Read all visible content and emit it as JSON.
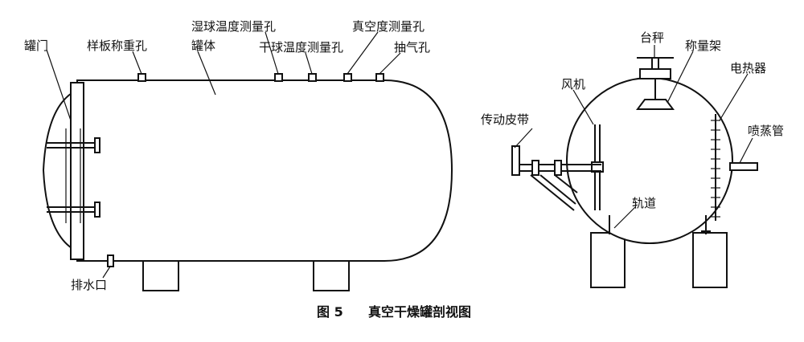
{
  "labels": {
    "tank_door": "罐门",
    "sample_weigh_hole": "样板称重孔",
    "wet_bulb_hole": "湿球温度测量孔",
    "tank_body": "罐体",
    "dry_bulb_hole": "干球温度测量孔",
    "vacuum_hole": "真空度测量孔",
    "exhaust_hole": "抽气孔",
    "drain": "排水口",
    "platform_scale": "台秤",
    "weighing_frame": "称量架",
    "fan": "风机",
    "electric_heater": "电热器",
    "drive_belt": "传动皮带",
    "steam_pipe": "喷蒸管",
    "track": "轨道"
  },
  "caption": {
    "figure_number": "图 5",
    "title": "真空干燥罐剖视图"
  }
}
